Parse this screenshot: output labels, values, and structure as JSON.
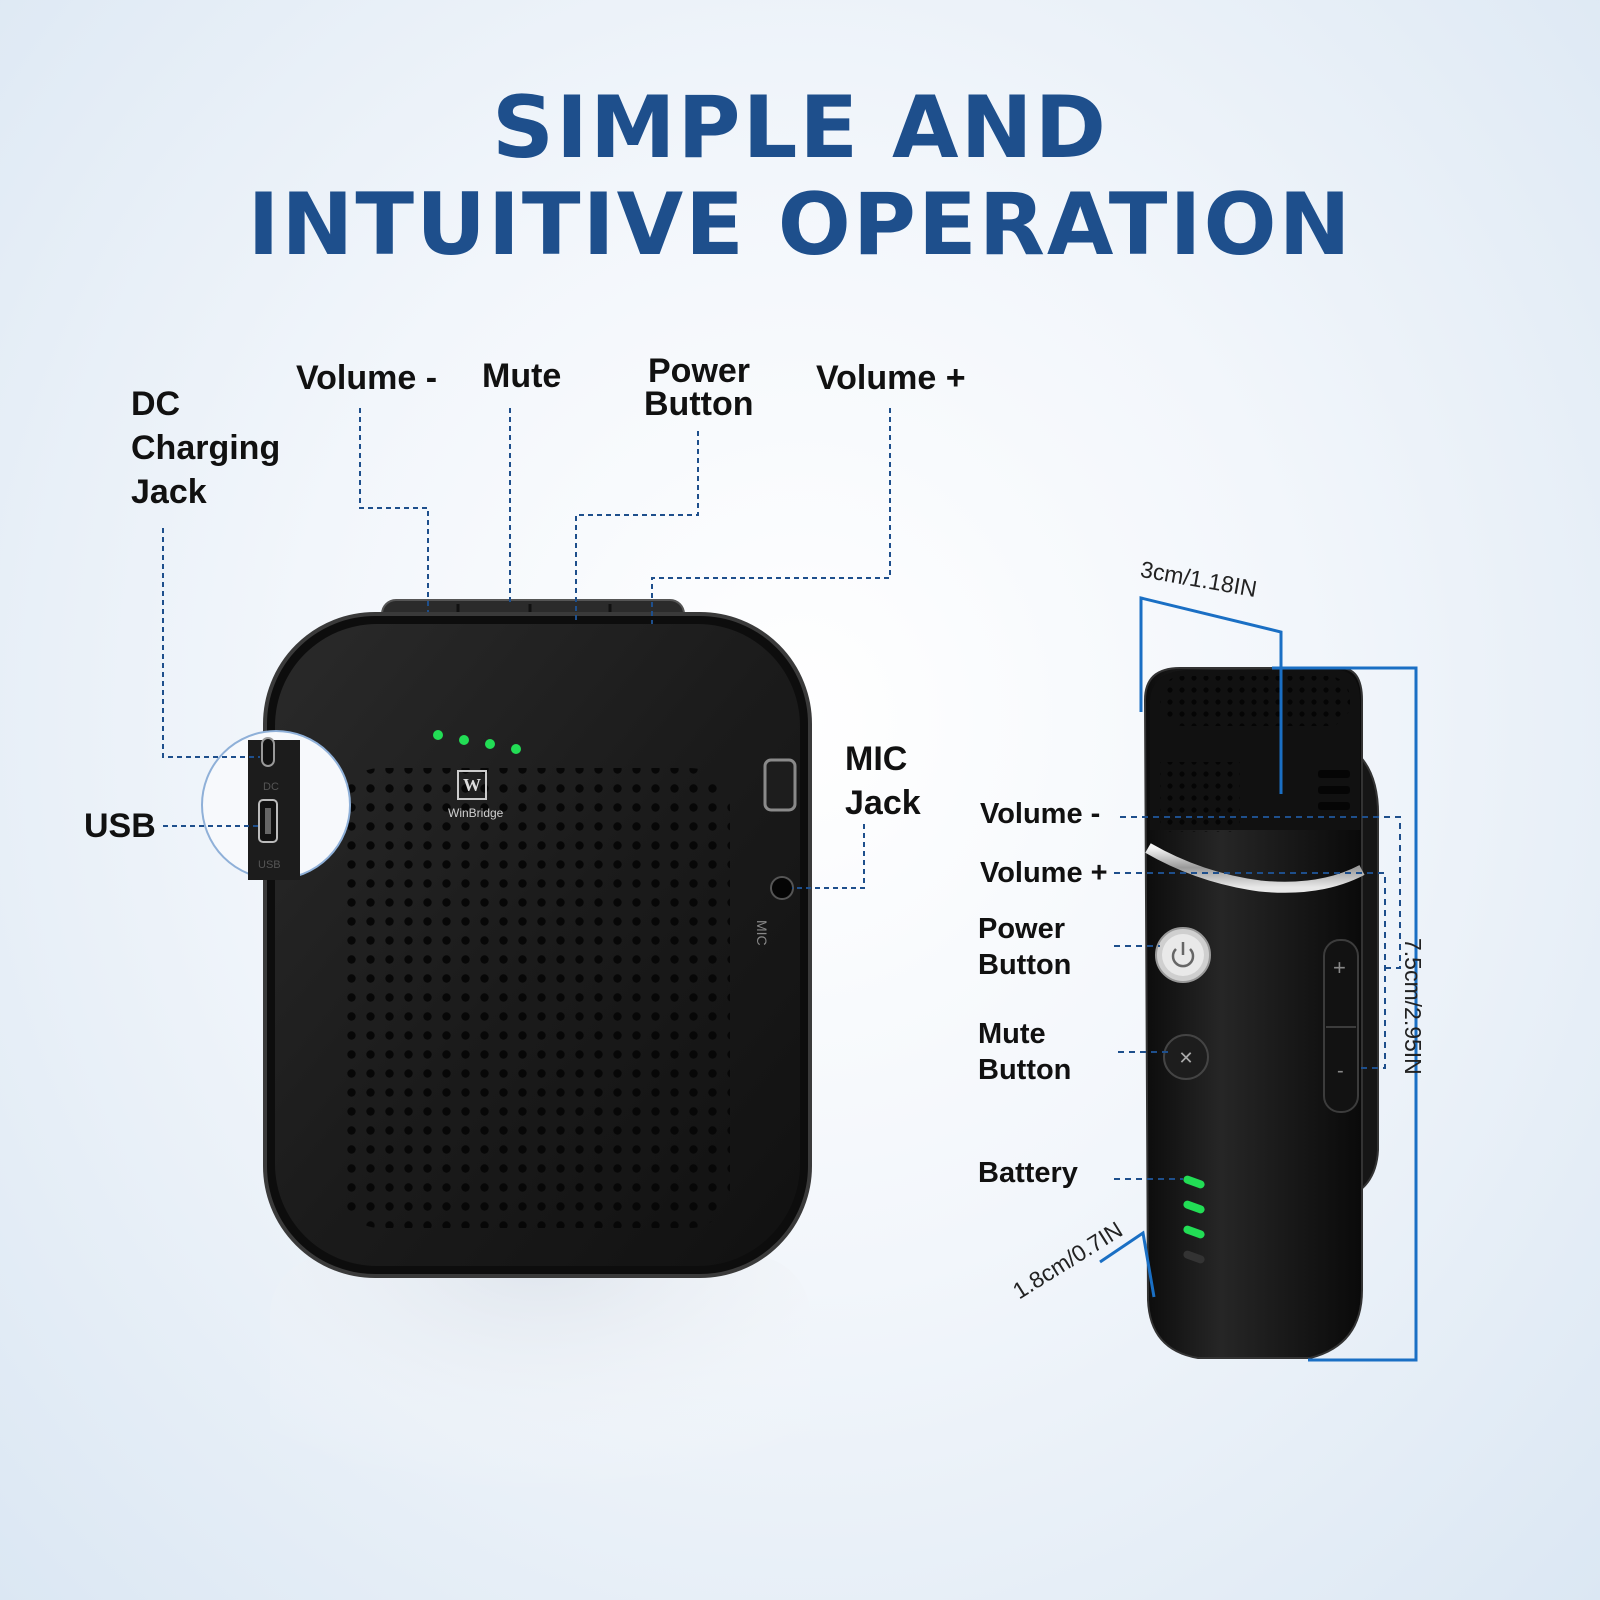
{
  "headline": {
    "line1": "SIMPLE AND",
    "line2": "INTUITIVE OPERATION"
  },
  "amplifier": {
    "labels": {
      "dc_line1": "DC",
      "dc_line2": "Charging",
      "dc_line3": "Jack",
      "volume_minus": "Volume -",
      "mute": "Mute",
      "power_line1": "Power",
      "power_line2": "Button",
      "volume_plus": "Volume +",
      "mic_line1": "MIC",
      "mic_line2": "Jack",
      "usb": "USB"
    },
    "port_text": {
      "dc": "DC",
      "usb": "USB",
      "mic": "MIC"
    },
    "brand": "WinBridge",
    "brand_mark": "W",
    "led_color": "#22dd55",
    "body_color": "#1a1a1a"
  },
  "microphone": {
    "labels": {
      "volume_minus": "Volume -",
      "volume_plus": "Volume +",
      "power_line1": "Power",
      "power_line2": "Button",
      "mute_line1": "Mute",
      "mute_line2": "Button",
      "battery": "Battery"
    },
    "dimensions": {
      "width": "3cm/1.18IN",
      "height": "7.5cm/2.95IN",
      "depth": "1.8cm/0.7IN"
    },
    "button_glyphs": {
      "plus": "+",
      "minus": "-"
    },
    "dimension_line_color": "#1a6fc4"
  },
  "colors": {
    "headline": "#1e4f8c",
    "leader_line": "#1e4f8c"
  }
}
